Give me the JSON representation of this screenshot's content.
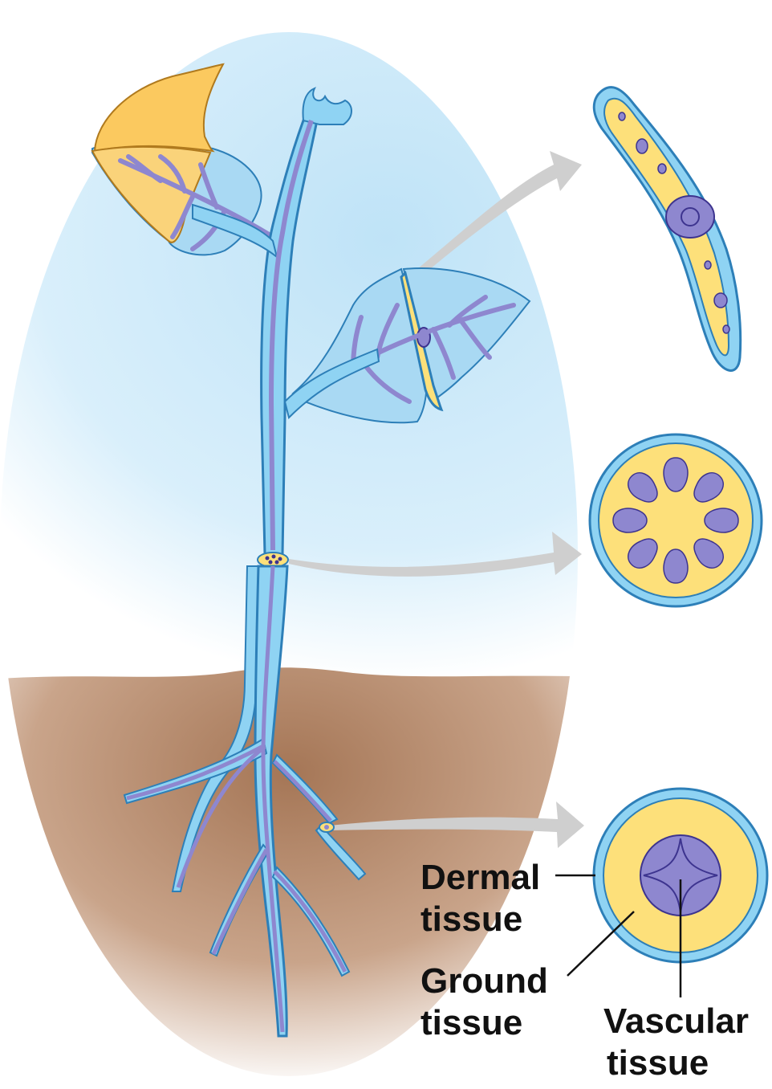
{
  "labels": {
    "dermal_line1": "Dermal",
    "dermal_line2": "tissue",
    "ground_line1": "Ground",
    "ground_line2": "tissue",
    "vascular_line1": "Vascular",
    "vascular_line2": "tissue"
  },
  "colors": {
    "sky": "#a9d8f3",
    "soil": "#a57656",
    "dermal": "#8fd3f3",
    "dermal_outline": "#2d7fb8",
    "ground": "#fde07a",
    "ground_leaf": "#f7c35a",
    "vascular": "#8e87cf",
    "vascular_outline": "#3d348f",
    "arrow": "#c9c9c9",
    "label": "#111111"
  }
}
